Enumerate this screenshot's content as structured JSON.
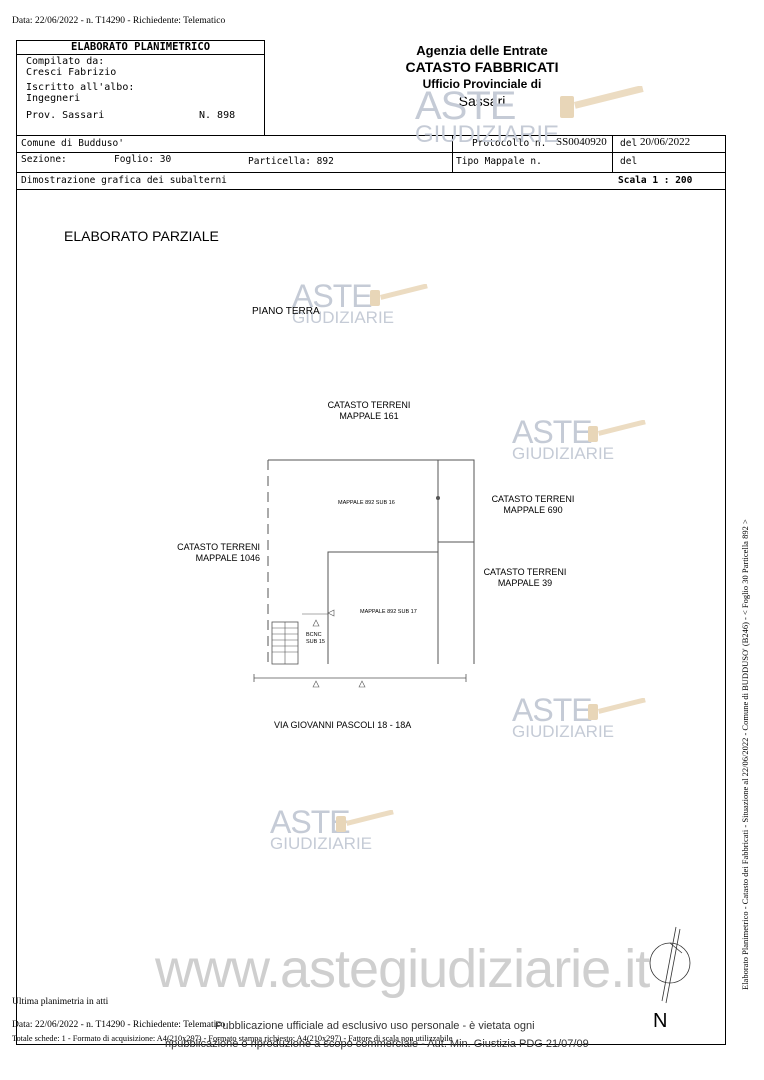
{
  "top_line": "Data: 22/06/2022 - n. T14290 - Richiedente: Telematico",
  "header": {
    "title": "ELABORATO PLANIMETRICO",
    "compilato_label": "Compilato da:",
    "compilato_value": "Cresci Fabrizio",
    "albo_label": "Iscritto all'albo:",
    "albo_value": "Ingegneri",
    "prov": "Prov. Sassari",
    "numero": "N. 898"
  },
  "agency": {
    "line1": "Agenzia delle Entrate",
    "line2": "CATASTO FABBRICATI",
    "line3": "Ufficio Provinciale di",
    "line4": "Sassari"
  },
  "info": {
    "comune": "Comune di Budduso'",
    "protocollo_label": "Protocollo n.",
    "protocollo_value": "SS0040920",
    "del_label": "del",
    "del_value": "20/06/2022",
    "sezione": "Sezione:",
    "foglio": "Foglio: 30",
    "particella": "Particella: 892",
    "tipo_mappale": "Tipo Mappale n.",
    "del2": "del",
    "dimostrazione": "Dimostrazione grafica dei subalterni",
    "scala": "Scala 1 : 200"
  },
  "plan": {
    "elaborato": "ELABORATO PARZIALE",
    "piano": "PIANO TERRA",
    "north_top_label": "CATASTO TERRENI",
    "north_top_value": "MAPPALE 161",
    "east_top_label": "CATASTO TERRENI",
    "east_top_value": "MAPPALE 690",
    "east_low_label": "CATASTO TERRENI",
    "east_low_value": "MAPPALE 39",
    "west_label": "CATASTO TERRENI",
    "west_value": "MAPPALE 1046",
    "sub16": "MAPPALE 892 SUB 16",
    "sub17": "MAPPALE 892 SUB 17",
    "bcnc1": "BCNC",
    "bcnc2": "SUB 15",
    "street": "VIA GIOVANNI PASCOLI 18 - 18A",
    "north": "N"
  },
  "side_text": "Elaborato Planimetrico - Catasto dei Fabbricati - Situazione al 22/06/2022 - Comune di BUDDUSO' (B246) - < Foglio 30 Particella 892 >",
  "footer": {
    "ultima": "Ultima planimetria in atti",
    "line1": "Data: 22/06/2022 - n. T14290 - Richiedente: Telematico",
    "line2": "Totale schede: 1 - Formato di acquisizione: A4(210x297) - Formato stampa richiesto: A4(210x297) - Fattore di scala non utilizzabile",
    "pub1": "Pubblicazione ufficiale ad esclusivo uso personale - è vietata ogni",
    "pub2": "ripubblicazione o riproduzione a scopo commerciale - Aut. Min. Giustizia PDG 21/07/09"
  },
  "watermarks": {
    "aste": "ASTE",
    "giudiziarie": "GIUDIZIARIE",
    "site": "www.astegiudiziarie.it"
  }
}
